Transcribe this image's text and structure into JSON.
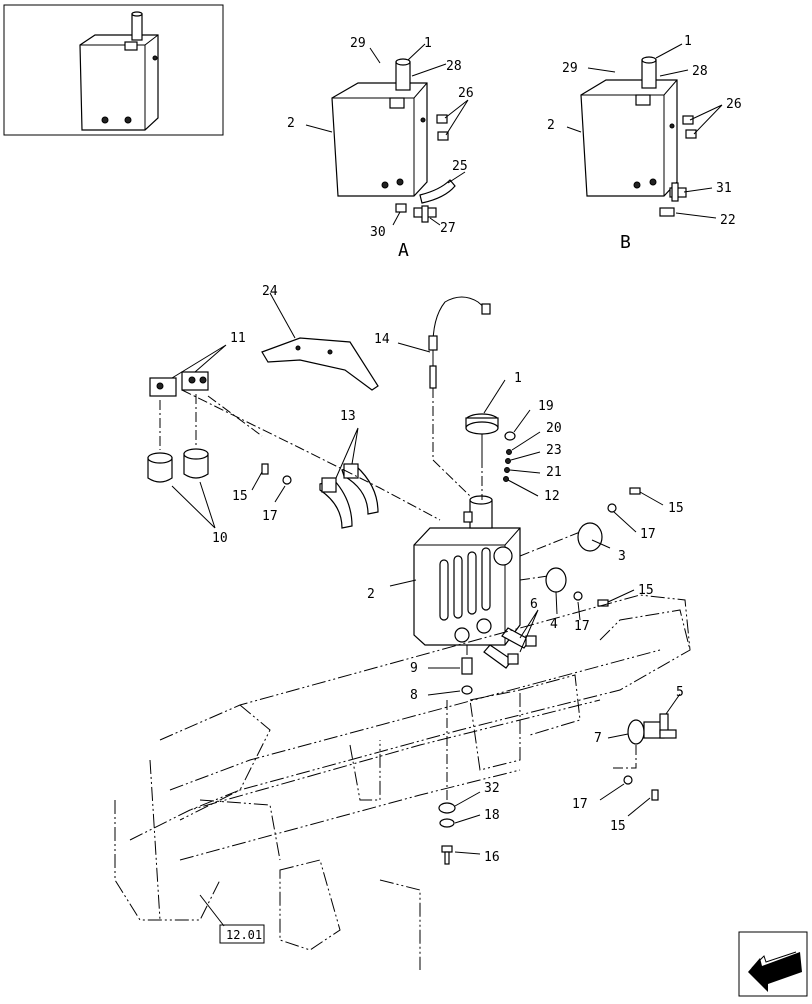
{
  "view_labels": {
    "a": "A",
    "b": "B"
  },
  "callouts": {
    "view_a": {
      "c29": "29",
      "c1": "1",
      "c28": "28",
      "c2": "2",
      "c26": "26",
      "c25": "25",
      "c30": "30",
      "c27": "27"
    },
    "view_b": {
      "c29": "29",
      "c1": "1",
      "c28": "28",
      "c2": "2",
      "c26": "26",
      "c31": "31",
      "c22": "22"
    },
    "main": {
      "c24": "24",
      "c14": "14",
      "c11": "11",
      "c13": "13",
      "c10": "10",
      "c15a": "15",
      "c17a": "17",
      "c1": "1",
      "c19": "19",
      "c20": "20",
      "c23": "23",
      "c21": "21",
      "c12": "12",
      "c15b": "15",
      "c17b": "17",
      "c3": "3",
      "c2": "2",
      "c4": "4",
      "c17c": "17",
      "c15c": "15",
      "c6": "6",
      "c9": "9",
      "c8": "8",
      "c5": "5",
      "c7": "7",
      "c32": "32",
      "c18": "18",
      "c16": "16",
      "c17d": "17",
      "c15d": "15"
    }
  },
  "reference_box": "12.01",
  "icons": {
    "nav_arrow": "back-arrow-icon",
    "thumbnail": "tank-thumbnail-icon"
  }
}
